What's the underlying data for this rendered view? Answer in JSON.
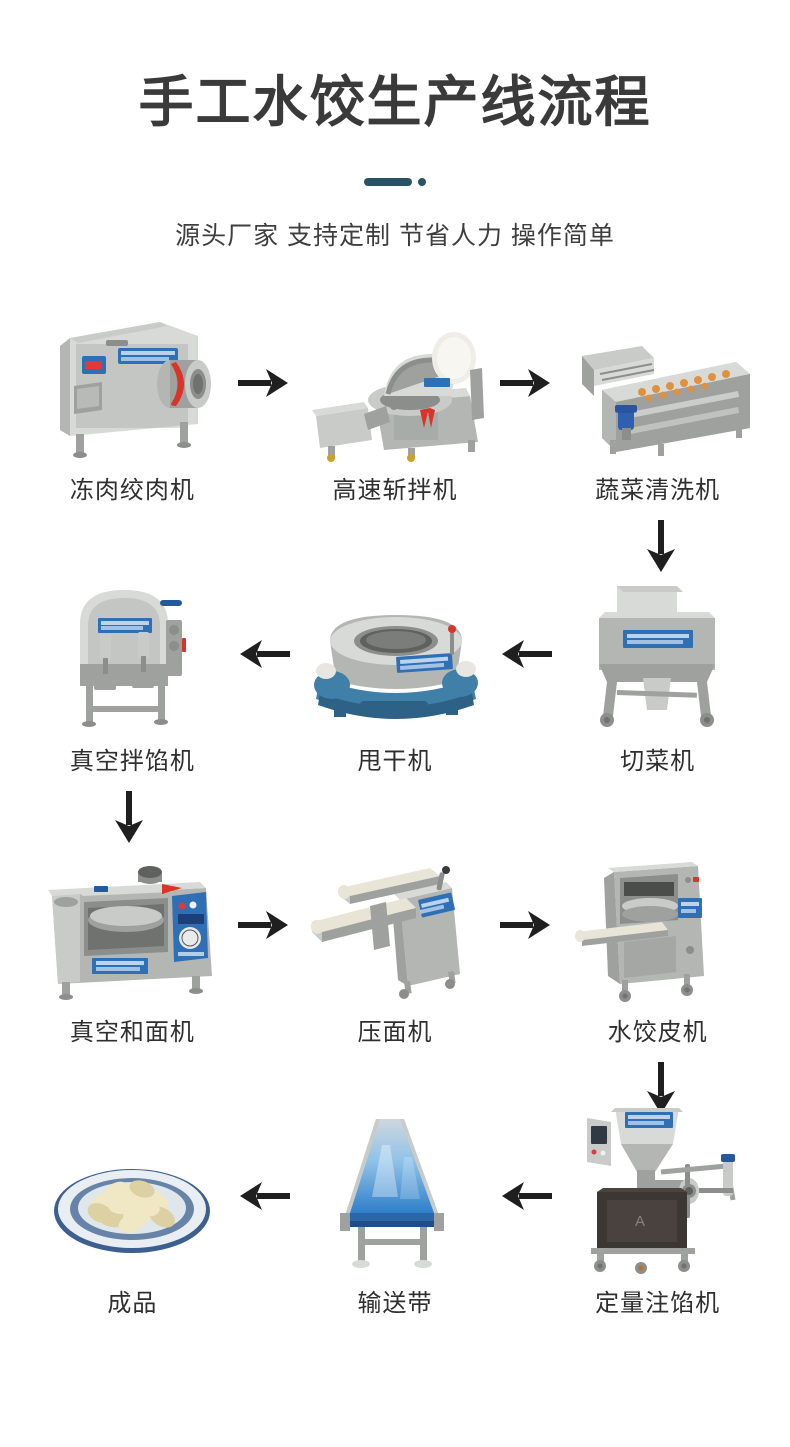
{
  "header": {
    "title": "手工水饺生产线流程",
    "subtitle": "源头厂家 支持定制 节省人力 操作简单",
    "divider_color": "#2a5266",
    "title_color": "#3a3a3a"
  },
  "flow": {
    "arrow_color": "#1f1f1f",
    "steps": [
      {
        "index": 1,
        "label": "冻肉绞肉机",
        "icon": "frozen-meat-grinder-photo"
      },
      {
        "index": 2,
        "label": "高速斩拌机",
        "icon": "high-speed-bowl-cutter-photo"
      },
      {
        "index": 3,
        "label": "蔬菜清洗机",
        "icon": "vegetable-washing-machine-photo"
      },
      {
        "index": 4,
        "label": "切菜机",
        "icon": "vegetable-cutting-machine-photo"
      },
      {
        "index": 5,
        "label": "甩干机",
        "icon": "centrifugal-dryer-photo"
      },
      {
        "index": 6,
        "label": "真空拌馅机",
        "icon": "vacuum-filling-mixer-photo"
      },
      {
        "index": 7,
        "label": "真空和面机",
        "icon": "vacuum-dough-mixer-photo"
      },
      {
        "index": 8,
        "label": "压面机",
        "icon": "dough-sheeter-photo"
      },
      {
        "index": 9,
        "label": "水饺皮机",
        "icon": "dumpling-wrapper-machine-photo"
      },
      {
        "index": 10,
        "label": "定量注馅机",
        "icon": "quantitative-filling-injector-photo"
      },
      {
        "index": 11,
        "label": "输送带",
        "icon": "conveyor-belt-photo"
      },
      {
        "index": 12,
        "label": "成品",
        "icon": "finished-dumplings-photo"
      }
    ],
    "connectors": [
      {
        "from": 1,
        "to": 2,
        "direction": "right"
      },
      {
        "from": 2,
        "to": 3,
        "direction": "right"
      },
      {
        "from": 3,
        "to": 4,
        "direction": "down"
      },
      {
        "from": 4,
        "to": 5,
        "direction": "left"
      },
      {
        "from": 5,
        "to": 6,
        "direction": "left"
      },
      {
        "from": 6,
        "to": 7,
        "direction": "down"
      },
      {
        "from": 7,
        "to": 8,
        "direction": "right"
      },
      {
        "from": 8,
        "to": 9,
        "direction": "right"
      },
      {
        "from": 9,
        "to": 10,
        "direction": "down"
      },
      {
        "from": 10,
        "to": 11,
        "direction": "left"
      },
      {
        "from": 11,
        "to": 12,
        "direction": "left"
      }
    ]
  }
}
